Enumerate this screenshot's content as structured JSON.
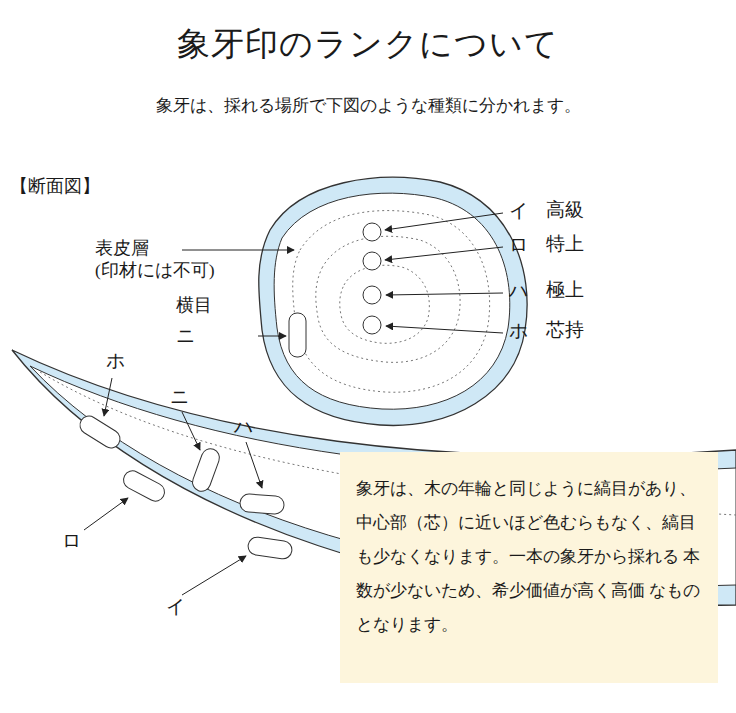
{
  "diagram": {
    "title": "象牙印のランクについて",
    "nodes": [
      {
        "text": [
          "象牙は、木の年輪と同じように縞目があり、 中心部（芯）に近いほど色むらもなく、縞目 も少なくなります。一本の象牙から採れる 本数が少ないため、希少価値が高く高価 なものとなります。"
        ]
      }
    ],
    "labels": [
      "象牙は、採れる場所で下図のような種類に分かれます。",
      "【断面図】",
      "表皮層 (印材には不可)",
      "横目",
      "ニ",
      "イ",
      "高級",
      "ロ",
      "特上",
      "ハ",
      "極上",
      "ホ",
      "芯持",
      "ホ",
      "ニ",
      "ハ",
      "ロ",
      "イ"
    ]
  }
}
